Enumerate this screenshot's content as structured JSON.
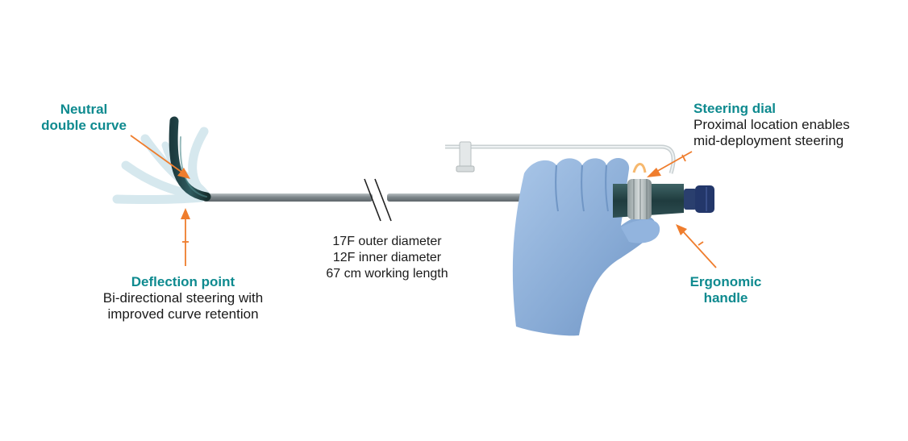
{
  "labels": {
    "neutral_curve": {
      "title_line1": "Neutral",
      "title_line2": "double curve"
    },
    "deflection_point": {
      "title": "Deflection point",
      "desc_line1": "Bi-directional steering with",
      "desc_line2": "improved curve retention"
    },
    "specs": {
      "line1": "17F outer diameter",
      "line2": "12F inner diameter",
      "line3": "67 cm working length"
    },
    "steering_dial": {
      "title": "Steering dial",
      "desc_line1": "Proximal location enables",
      "desc_line2": "mid-deployment steering"
    },
    "ergonomic_handle": {
      "title_line1": "Ergonomic",
      "title_line2": "handle"
    }
  },
  "colors": {
    "title": "#0e8a8f",
    "text": "#1a1a1a",
    "arrow": "#ef7d2d",
    "glove": "#8fb3dc",
    "handle": "#2d4a4c",
    "cap": "#24386a",
    "shaft": "#8c9498"
  }
}
